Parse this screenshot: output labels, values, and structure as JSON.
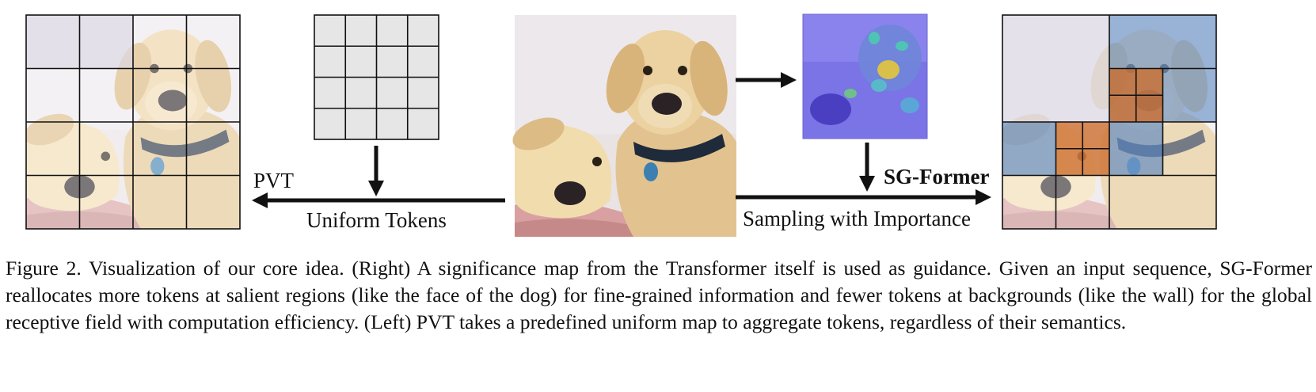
{
  "figure": {
    "labels": {
      "pvt": "PVT",
      "uniform_tokens": "Uniform Tokens",
      "sg_former": "SG-Former",
      "sampling": "Sampling with Importance"
    }
  },
  "caption": {
    "text": "Figure 2. Visualization of our core idea. (Right) A significance map from the Transformer itself is used as guidance. Given an input sequence, SG-Former reallocates more tokens at salient regions (like the face of the dog) for fine-grained information and fewer tokens at backgrounds (like the wall) for the global receptive field with computation efficiency. (Left) PVT takes a predefined uniform map to aggregate tokens, regardless of their semantics."
  }
}
